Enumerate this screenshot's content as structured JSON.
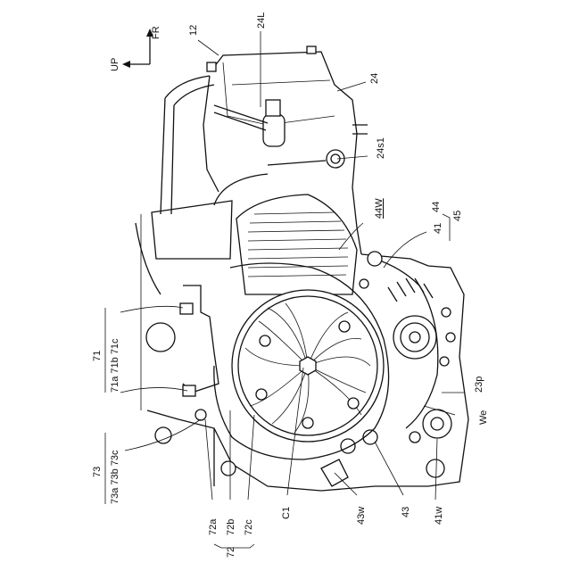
{
  "labels": {
    "fr": "FR",
    "up": "UP",
    "n12": "12",
    "n24L": "24L",
    "n24": "24",
    "n24s1": "24s1",
    "n44W": "44W",
    "n44": "44",
    "n45": "45",
    "n41": "41",
    "n71": "71",
    "n71group": "71a 71b 71c",
    "n73": "73",
    "n73group": "73a 73b 73c",
    "n72": "72",
    "n72a": "72a",
    "n72b": "72b",
    "n72c": "72c",
    "nC1": "C1",
    "n43w": "43w",
    "n43": "43",
    "n41w": "41w",
    "nWe": "We",
    "n23p": "23p"
  }
}
